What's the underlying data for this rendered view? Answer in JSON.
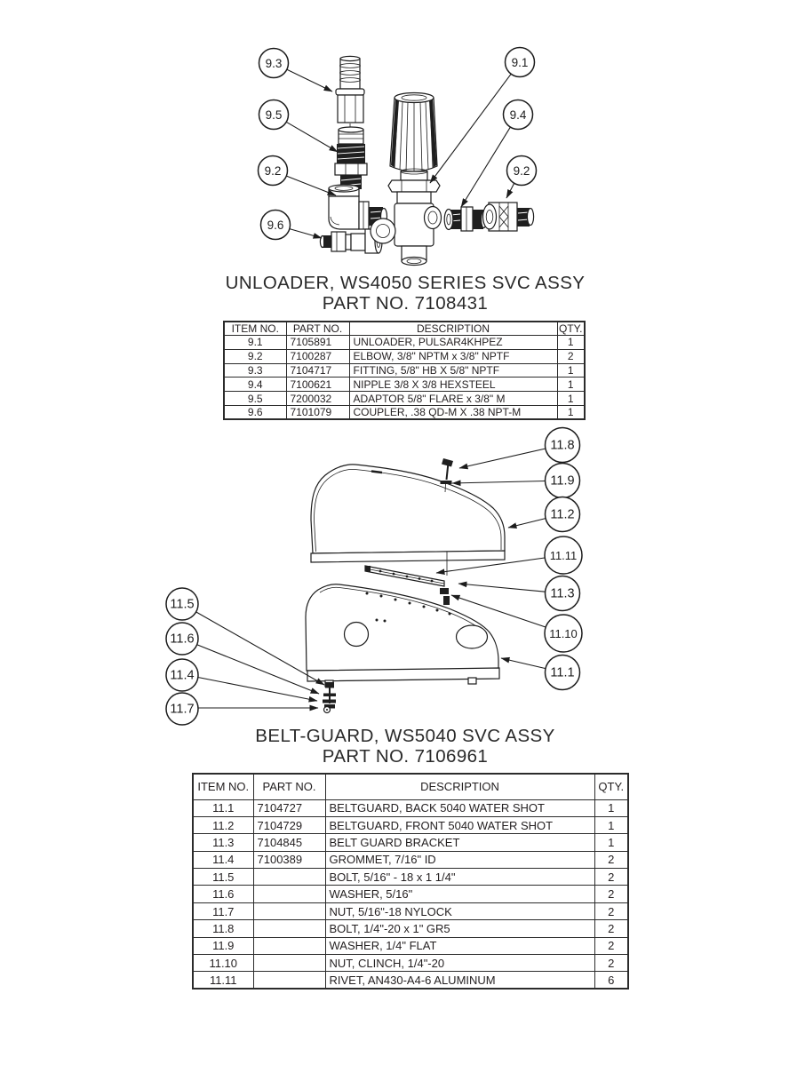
{
  "unloader_section": {
    "title_line1": "UNLOADER, WS4050 SERIES SVC ASSY",
    "title_line2": "PART NO. 7108431",
    "callouts": [
      "9.3",
      "9.5",
      "9.2",
      "9.6",
      "9.1",
      "9.4",
      "9.2"
    ],
    "table": {
      "headers": [
        "ITEM NO.",
        "PART NO.",
        "DESCRIPTION",
        "QTY."
      ],
      "rows": [
        {
          "item": "9.1",
          "part": "7105891",
          "description": "UNLOADER, PULSAR4KHPEZ",
          "qty": "1"
        },
        {
          "item": "9.2",
          "part": "7100287",
          "description": "ELBOW, 3/8\" NPTM x 3/8\" NPTF",
          "qty": "2"
        },
        {
          "item": "9.3",
          "part": "7104717",
          "description": "FITTING, 5/8\" HB X 5/8\" NPTF",
          "qty": "1"
        },
        {
          "item": "9.4",
          "part": "7100621",
          "description": "NIPPLE 3/8 X 3/8 HEXSTEEL",
          "qty": "1"
        },
        {
          "item": "9.5",
          "part": "7200032",
          "description": "ADAPTOR 5/8\" FLARE x 3/8\" M",
          "qty": "1"
        },
        {
          "item": "9.6",
          "part": "7101079",
          "description": "COUPLER, .38 QD-M X .38 NPT-M",
          "qty": "1"
        }
      ]
    }
  },
  "beltguard_section": {
    "title_line1": "BELT-GUARD, WS5040 SVC ASSY",
    "title_line2": "PART NO. 7106961",
    "callouts": [
      "11.8",
      "11.9",
      "11.2",
      "11.11",
      "11.3",
      "11.10",
      "11.1",
      "11.5",
      "11.6",
      "11.4",
      "11.7"
    ],
    "table": {
      "headers": [
        "ITEM NO.",
        "PART NO.",
        "DESCRIPTION",
        "QTY."
      ],
      "rows": [
        {
          "item": "11.1",
          "part": "7104727",
          "description": "BELTGUARD, BACK 5040 WATER SHOT",
          "qty": "1"
        },
        {
          "item": "11.2",
          "part": "7104729",
          "description": "BELTGUARD, FRONT 5040 WATER SHOT",
          "qty": "1"
        },
        {
          "item": "11.3",
          "part": "7104845",
          "description": "BELT GUARD BRACKET",
          "qty": "1"
        },
        {
          "item": "11.4",
          "part": "7100389",
          "description": "GROMMET, 7/16\" ID",
          "qty": "2"
        },
        {
          "item": "11.5",
          "part": "",
          "description": "BOLT, 5/16\" - 18 x 1 1/4\"",
          "qty": "2"
        },
        {
          "item": "11.6",
          "part": "",
          "description": "WASHER, 5/16\"",
          "qty": "2"
        },
        {
          "item": "11.7",
          "part": "",
          "description": "NUT, 5/16\"-18 NYLOCK",
          "qty": "2"
        },
        {
          "item": "11.8",
          "part": "",
          "description": "BOLT, 1/4\"-20 x 1\" GR5",
          "qty": "2"
        },
        {
          "item": "11.9",
          "part": "",
          "description": "WASHER, 1/4\" FLAT",
          "qty": "2"
        },
        {
          "item": "11.10",
          "part": "",
          "description": "NUT, CLINCH, 1/4\"-20",
          "qty": "2"
        },
        {
          "item": "11.11",
          "part": "",
          "description": "RIVET, AN430-A4-6 ALUMINUM",
          "qty": "6"
        }
      ]
    }
  }
}
